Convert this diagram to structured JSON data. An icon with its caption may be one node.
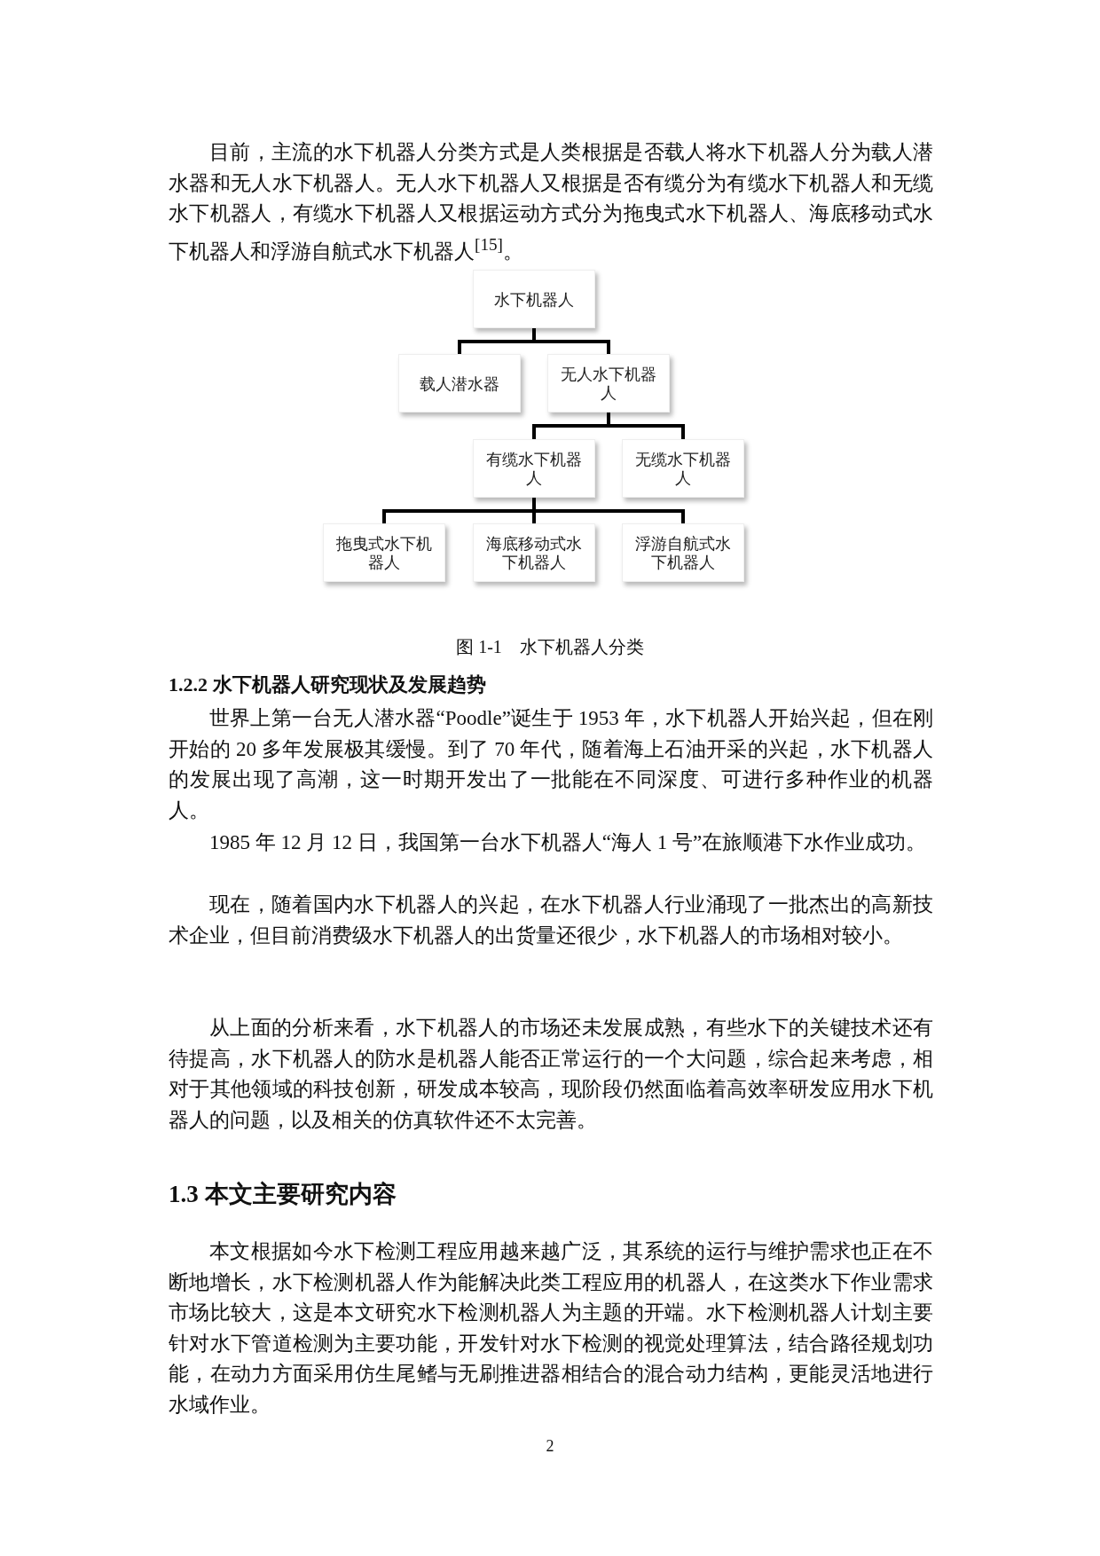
{
  "diagram": {
    "caption": "图 1-1　水下机器人分类",
    "nodes": [
      {
        "text": [
          "水下机器人"
        ]
      },
      {
        "text": [
          "载人潜水器"
        ]
      },
      {
        "text": [
          "无人水下机器人"
        ]
      },
      {
        "text": [
          "有缆水下机器人"
        ]
      },
      {
        "text": [
          "无缆水下机器人"
        ]
      },
      {
        "text": [
          "拖曳式水下机器人"
        ]
      },
      {
        "text": [
          "海底移动式水下机器人"
        ]
      },
      {
        "text": [
          "浮游自航式水下机器人"
        ]
      }
    ],
    "edges": [
      {
        "from": 0,
        "to": 1,
        "arrow": "none"
      },
      {
        "from": 0,
        "to": 2,
        "arrow": "none"
      },
      {
        "from": 2,
        "to": 3,
        "arrow": "none"
      },
      {
        "from": 2,
        "to": 4,
        "arrow": "none"
      },
      {
        "from": 3,
        "to": 5,
        "arrow": "none"
      },
      {
        "from": 3,
        "to": 6,
        "arrow": "none"
      },
      {
        "from": 3,
        "to": 7,
        "arrow": "none"
      }
    ],
    "labels": [
      "目前，主流的水下机器人分类方式是人类根据是否载人将水下机器人分为载人潜水器和无人水下机器人。无人水下机器人又根据是否有缆分为有缆水下机器人和无缆水下机器人，有缆水下机器人又根据运动方式分为拖曳式水下机器人、海底移动式水下机器人和浮游自航式水下机器人$^{[15]}$。",
      "1.2.2 水下机器人研究现状及发展趋势",
      "世界上第一台无人潜水器“Poodle”诞生于 1953 年，水下机器人开始兴起，但在刚开始的 20 多年发展极其缓慢。到了 70 年代，随着海上石油开采的兴起，水下机器人的发展出现了高潮，这一时期开发出了一批能在不同深度、可进行多种作业的机器人。",
      "1985 年 12 月 12 日，我国第一台水下机器人“海人 1 号”在旅顺港下水作业成功。",
      "现在，随着国内水下机器人的兴起，在水下机器人行业涌现了一批杰出的高新技术企业，但目前消费级水下机器人的出货量还很少，水下机器人的市场相对较小。",
      "从上面的分析来看，水下机器人的市场还未发展成熟，有些水下的关键技术还有待提高，水下机器人的防水是机器人能否正常运行的一个大问题，综合起来考虑，相对于其他领域的科技创新，研发成本较高，现阶段仍然面临着高效率研发应用水下机器人的问题，以及相关的仿真软件还不太完善。",
      "1.3 本文主要研究内容",
      "本文根据如今水下检测工程应用越来越广泛，其系统的运行与维护需求也正在不断地增长，水下检测机器人作为能解决此类工程应用的机器人，在这类水下作业需求市场比较大，这是本文研究水下检测机器人为主题的开端。水下检测机器人计划主要针对水下管道检测为主要功能，开发针对水下检测的视觉处理算法，结合路径规划功能，在动力方面采用仿生尾鳍与无刷推进器相结合的混合动力结构，更能灵活地进行水域作业。",
      "2"
    ]
  }
}
